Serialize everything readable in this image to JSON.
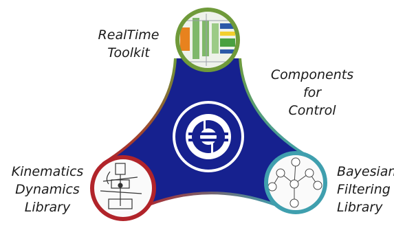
{
  "labels": {
    "realtime": [
      "RealTime",
      "Toolkit"
    ],
    "components": [
      "Components",
      "for",
      "Control"
    ],
    "kinematics": [
      "Kinematics",
      "Dynamics",
      "Library"
    ],
    "bayesian": [
      "Bayesian",
      "Filtering",
      "Library"
    ]
  },
  "colors": {
    "body": "#16218f",
    "ring_green": "#6f9a3a",
    "ring_red": "#b1242a",
    "ring_teal": "#3f9fae",
    "logo_white": "#ffffff"
  }
}
